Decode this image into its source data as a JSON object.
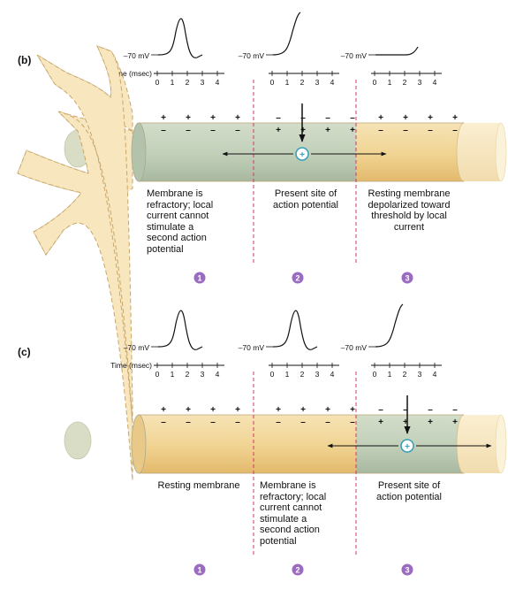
{
  "panels": [
    {
      "letter": "(b)",
      "volt_labels": [
        "–70 mV",
        "–70 mV",
        "–70 mV"
      ],
      "time_label": "Time (msec)",
      "tick_labels": [
        "0",
        "1",
        "2",
        "3",
        "4"
      ],
      "active_segment": 2,
      "segments": [
        {
          "fill": "green",
          "charges_top": [
            "+",
            "+",
            "+",
            "+"
          ],
          "charges_bottom": [
            "–",
            "–",
            "–",
            "–"
          ],
          "trace": "full_spike"
        },
        {
          "fill": "green",
          "charges_top": [
            "–",
            "–",
            "–",
            "–"
          ],
          "charges_bottom": [
            "+",
            "+",
            "+",
            "+"
          ],
          "trace": "rising"
        },
        {
          "fill": "yellow",
          "charges_top": [
            "+",
            "+",
            "+",
            "+"
          ],
          "charges_bottom": [
            "–",
            "–",
            "–",
            "–"
          ],
          "trace": "slight_rise"
        }
      ],
      "captions": [
        "Membrane is\nrefractory; local\ncurrent cannot\nstimulate a\nsecond action\npotential",
        "Present site of\naction potential",
        "Resting membrane\ndepolarized toward\nthreshold by local\ncurrent"
      ],
      "badges": [
        "1",
        "2",
        "3"
      ]
    },
    {
      "letter": "(c)",
      "volt_labels": [
        "–70 mV",
        "–70 mV",
        "–70 mV"
      ],
      "time_label": "Time (msec)",
      "tick_labels": [
        "0",
        "1",
        "2",
        "3",
        "4"
      ],
      "active_segment": 3,
      "segments": [
        {
          "fill": "yellow",
          "charges_top": [
            "+",
            "+",
            "+",
            "+"
          ],
          "charges_bottom": [
            "–",
            "–",
            "–",
            "–"
          ],
          "trace": "full_spike"
        },
        {
          "fill": "yellow",
          "charges_top": [
            "+",
            "+",
            "+",
            "+"
          ],
          "charges_bottom": [
            "–",
            "–",
            "–",
            "–"
          ],
          "trace": "full_spike"
        },
        {
          "fill": "green",
          "charges_top": [
            "–",
            "–",
            "–",
            "–"
          ],
          "charges_bottom": [
            "+",
            "+",
            "+",
            "+"
          ],
          "trace": "rising"
        }
      ],
      "captions": [
        "Resting membrane",
        "Membrane is\nrefractory; local\ncurrent cannot\nstimulate a\nsecond action\npotential",
        "Present site of\naction potential"
      ],
      "badges": [
        "1",
        "2",
        "3"
      ]
    }
  ],
  "colors": {
    "axon_yellow": "#f2d9a0",
    "axon_green": "#c6d4bf",
    "divider": "#d6336c",
    "badge": "#9b6bc2",
    "marker": "#3aa0b8",
    "cell_body": "#f8e6be"
  }
}
